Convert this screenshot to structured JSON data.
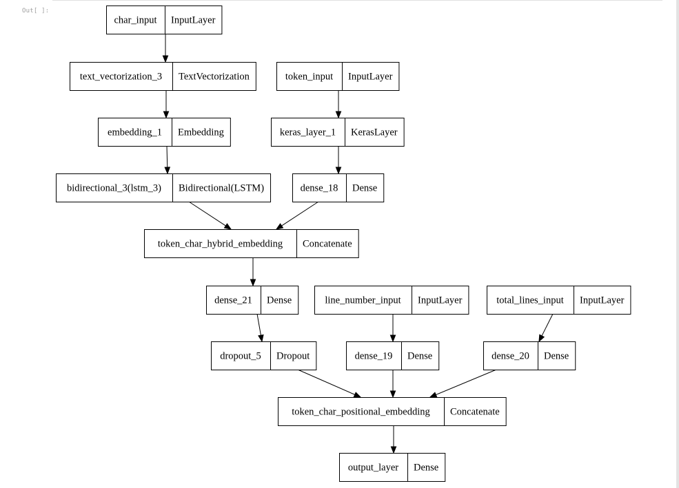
{
  "cell": {
    "prompt": "Out[ ]:"
  },
  "diagram": {
    "nodes": [
      {
        "id": "char_input",
        "name": "char_input",
        "type": "InputLayer"
      },
      {
        "id": "text_vectorization_3",
        "name": "text_vectorization_3",
        "type": "TextVectorization"
      },
      {
        "id": "token_input",
        "name": "token_input",
        "type": "InputLayer"
      },
      {
        "id": "embedding_1",
        "name": "embedding_1",
        "type": "Embedding"
      },
      {
        "id": "keras_layer_1",
        "name": "keras_layer_1",
        "type": "KerasLayer"
      },
      {
        "id": "bidirectional_3",
        "name": "bidirectional_3(lstm_3)",
        "type": "Bidirectional(LSTM)"
      },
      {
        "id": "dense_18",
        "name": "dense_18",
        "type": "Dense"
      },
      {
        "id": "token_char_hybrid_embedding",
        "name": "token_char_hybrid_embedding",
        "type": "Concatenate"
      },
      {
        "id": "dense_21",
        "name": "dense_21",
        "type": "Dense"
      },
      {
        "id": "line_number_input",
        "name": "line_number_input",
        "type": "InputLayer"
      },
      {
        "id": "total_lines_input",
        "name": "total_lines_input",
        "type": "InputLayer"
      },
      {
        "id": "dropout_5",
        "name": "dropout_5",
        "type": "Dropout"
      },
      {
        "id": "dense_19",
        "name": "dense_19",
        "type": "Dense"
      },
      {
        "id": "dense_20",
        "name": "dense_20",
        "type": "Dense"
      },
      {
        "id": "token_char_positional_embedding",
        "name": "token_char_positional_embedding",
        "type": "Concatenate"
      },
      {
        "id": "output_layer",
        "name": "output_layer",
        "type": "Dense"
      }
    ],
    "edges": [
      {
        "from": "char_input",
        "to": "text_vectorization_3"
      },
      {
        "from": "text_vectorization_3",
        "to": "embedding_1"
      },
      {
        "from": "embedding_1",
        "to": "bidirectional_3"
      },
      {
        "from": "token_input",
        "to": "keras_layer_1"
      },
      {
        "from": "keras_layer_1",
        "to": "dense_18"
      },
      {
        "from": "bidirectional_3",
        "to": "token_char_hybrid_embedding"
      },
      {
        "from": "dense_18",
        "to": "token_char_hybrid_embedding"
      },
      {
        "from": "token_char_hybrid_embedding",
        "to": "dense_21"
      },
      {
        "from": "dense_21",
        "to": "dropout_5"
      },
      {
        "from": "line_number_input",
        "to": "dense_19"
      },
      {
        "from": "total_lines_input",
        "to": "dense_20"
      },
      {
        "from": "dropout_5",
        "to": "token_char_positional_embedding"
      },
      {
        "from": "dense_19",
        "to": "token_char_positional_embedding"
      },
      {
        "from": "dense_20",
        "to": "token_char_positional_embedding"
      },
      {
        "from": "token_char_positional_embedding",
        "to": "output_layer"
      }
    ]
  }
}
